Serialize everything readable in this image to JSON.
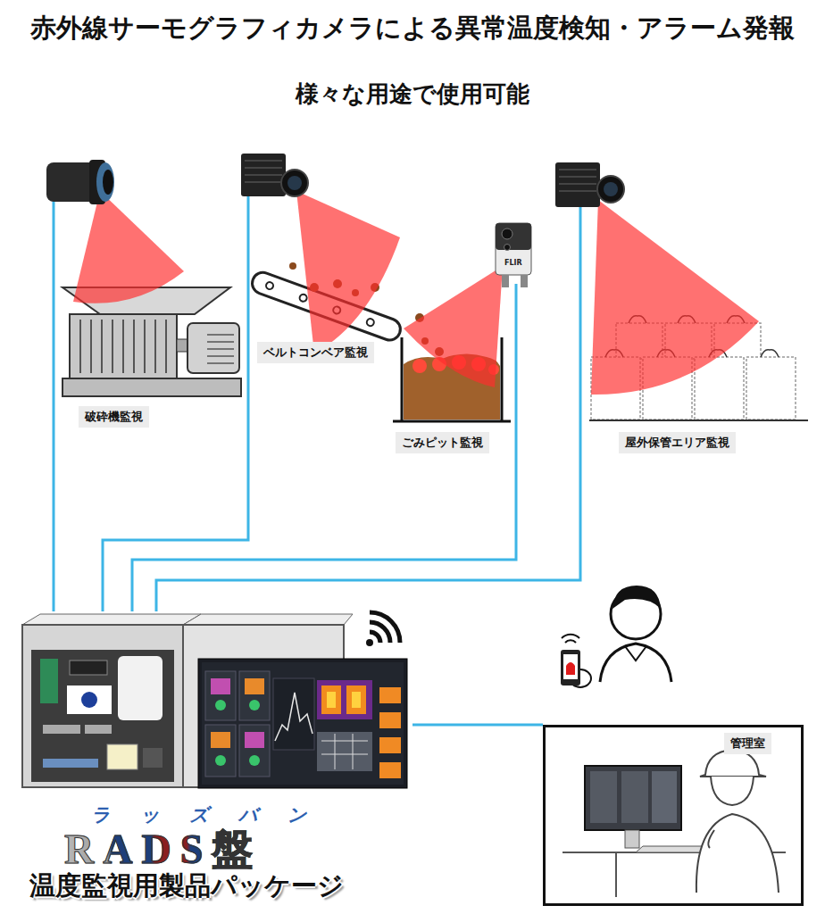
{
  "diagram": {
    "title": "赤外線サーモグラフィカメラによる異常温度検知・アラーム発報",
    "nodes": [
      {
        "text": [
          "破砕機監視"
        ]
      },
      {
        "text": [
          "ベルトコンベア監視"
        ]
      },
      {
        "text": [
          "ごみピット監視"
        ]
      },
      {
        "text": [
          "屋外保管エリア監視"
        ]
      },
      {
        "text": [
          "ラッズバン",
          "RADS盤",
          "温度監視用製品パッケージ"
        ]
      },
      {
        "text": [
          "管理室"
        ]
      }
    ],
    "edges": [
      {
        "from": 0,
        "to": 4,
        "arrow": "none"
      },
      {
        "from": 1,
        "to": 4,
        "arrow": "none"
      },
      {
        "from": 2,
        "to": 4,
        "arrow": "none"
      },
      {
        "from": 3,
        "to": 4,
        "arrow": "none"
      },
      {
        "from": 4,
        "to": 5,
        "arrow": "none"
      }
    ],
    "labels": [
      "様々な用途で使用可能",
      "FLIR"
    ]
  }
}
